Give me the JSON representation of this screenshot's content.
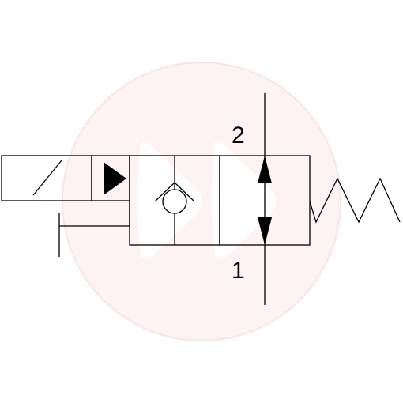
{
  "ports": {
    "top": "2",
    "bottom": "1"
  },
  "colors": {
    "line": "#000000",
    "watermark": "#fbeeee"
  },
  "symbols": [
    "solenoid-actuator",
    "pilot-triangle",
    "check-valve",
    "bidirectional-flow-arrow",
    "spring-return"
  ]
}
